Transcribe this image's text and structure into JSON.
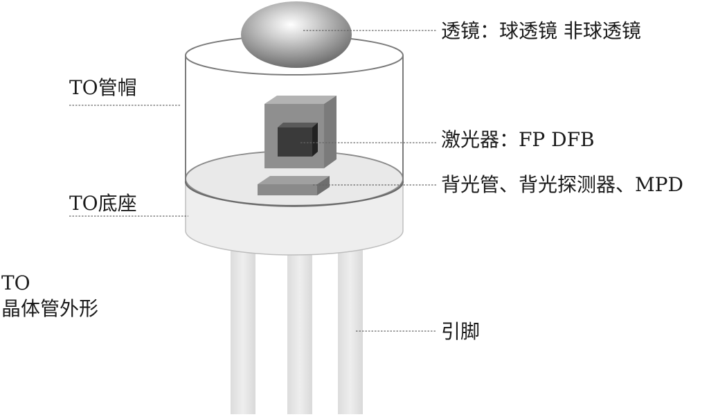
{
  "labels": {
    "lens": "透镜：球透镜 非球透镜",
    "cap": "TO管帽",
    "laser": "激光器：FP DFB",
    "base": "TO底座",
    "mpd": "背光管、背光探测器、MPD",
    "to": "TO",
    "package_shape": "晶体管外形",
    "pins": "引脚"
  },
  "colors": {
    "outline": "#8c8c8c",
    "leader": "#666666",
    "chip": "#8f8f8f",
    "chip_dark": "#3a3a3a",
    "pin": "#e6e6e6",
    "base": "#eeeeee",
    "text": "#1a1a1a"
  }
}
